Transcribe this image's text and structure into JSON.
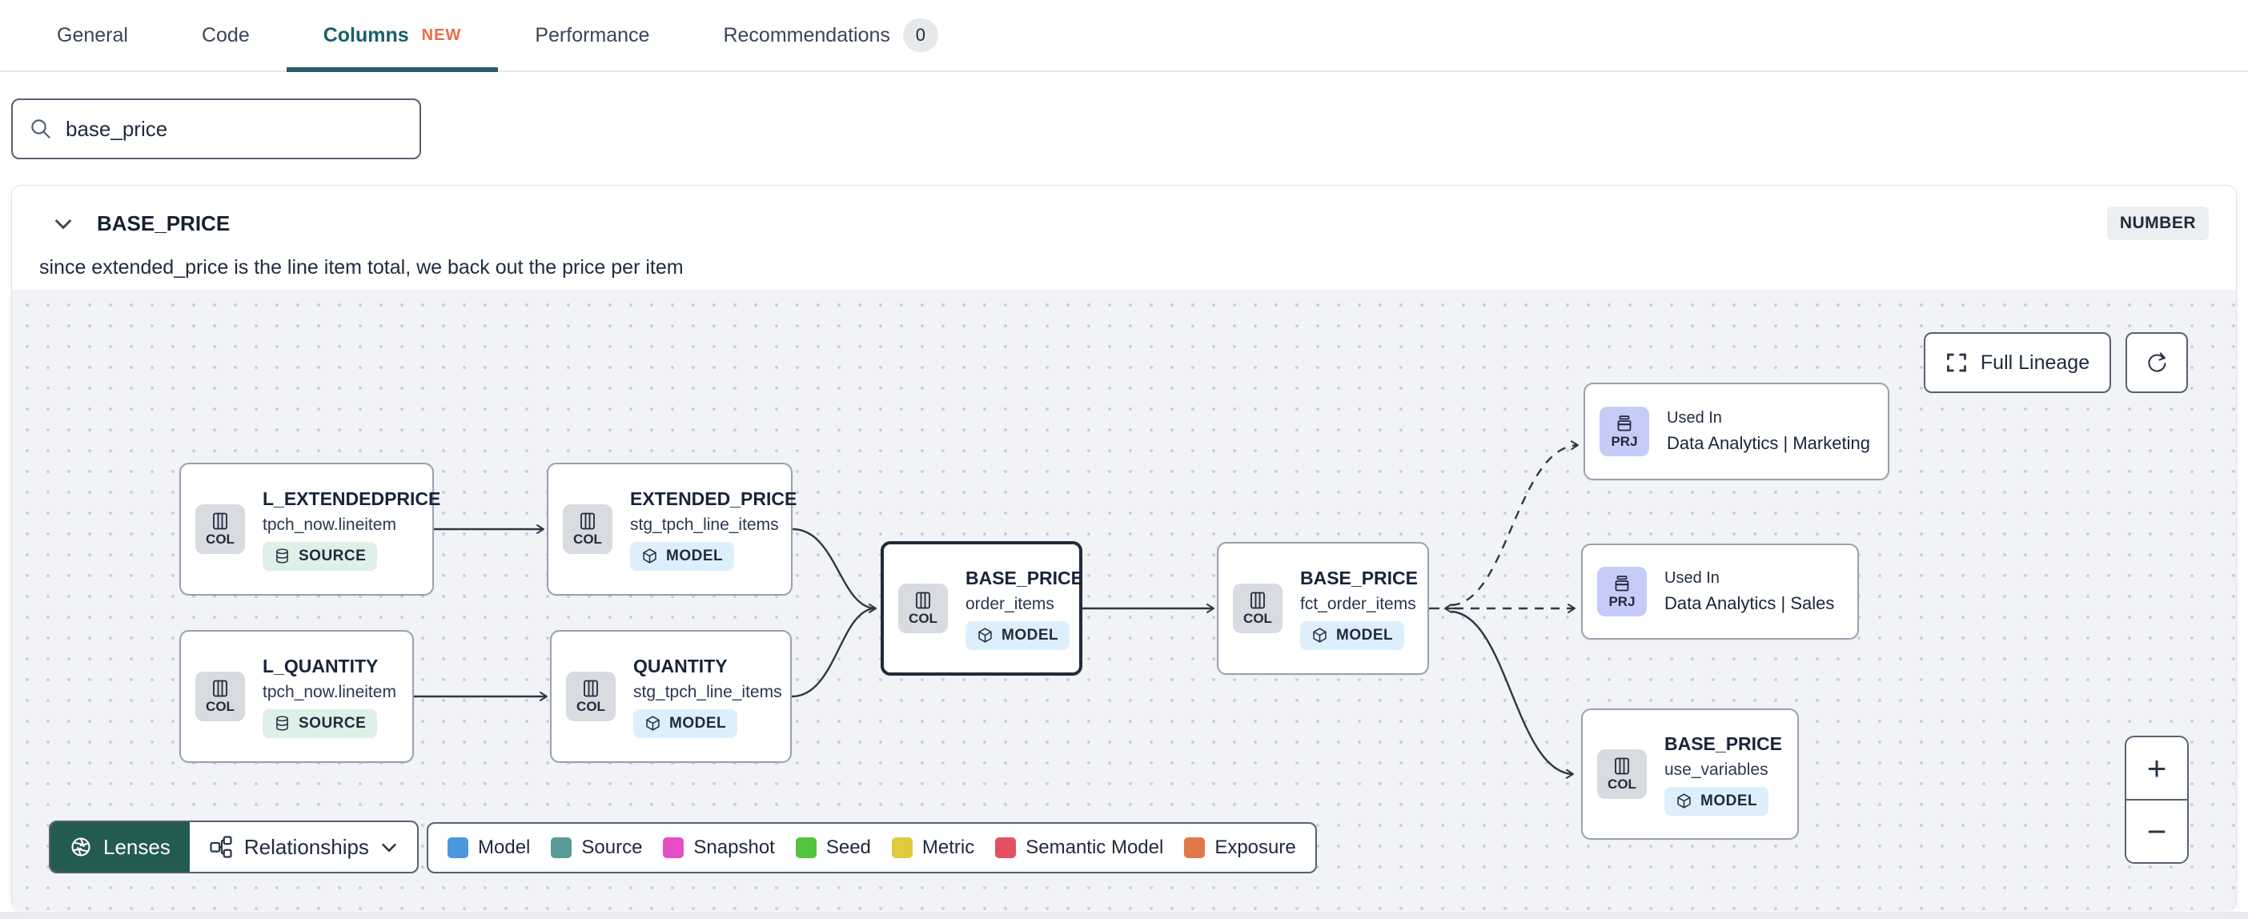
{
  "tabs": {
    "items": [
      {
        "label": "General"
      },
      {
        "label": "Code"
      },
      {
        "label": "Columns",
        "tag": "NEW",
        "active": true
      },
      {
        "label": "Performance"
      },
      {
        "label": "Recommendations",
        "count": "0"
      }
    ]
  },
  "search": {
    "value": "base_price"
  },
  "column": {
    "name": "BASE_PRICE",
    "data_type": "NUMBER",
    "description": "since extended_price is the line item total, we back out the price per item"
  },
  "lineage": {
    "full_lineage_label": "Full Lineage",
    "toolbar": {
      "lenses": "Lenses",
      "relationships": "Relationships"
    },
    "zoom": {
      "in": "+",
      "out": "−"
    },
    "nodes": [
      {
        "title": "L_EXTENDEDPRICE",
        "subtitle": "tpch_now.lineitem",
        "icon": "COL",
        "badge": "SOURCE"
      },
      {
        "title": "EXTENDED_PRICE",
        "subtitle": "stg_tpch_line_items",
        "icon": "COL",
        "badge": "MODEL"
      },
      {
        "title": "L_QUANTITY",
        "subtitle": "tpch_now.lineitem",
        "icon": "COL",
        "badge": "SOURCE"
      },
      {
        "title": "QUANTITY",
        "subtitle": "stg_tpch_line_items",
        "icon": "COL",
        "badge": "MODEL"
      },
      {
        "title": "BASE_PRICE",
        "subtitle": "order_items",
        "icon": "COL",
        "badge": "MODEL",
        "selected": true
      },
      {
        "title": "BASE_PRICE",
        "subtitle": "fct_order_items",
        "icon": "COL",
        "badge": "MODEL"
      },
      {
        "kicker": "Used In",
        "title": "Data Analytics | Marketing",
        "icon": "PRJ"
      },
      {
        "kicker": "Used In",
        "title": "Data Analytics | Sales",
        "icon": "PRJ"
      },
      {
        "title": "BASE_PRICE",
        "subtitle": "use_variables",
        "icon": "COL",
        "badge": "MODEL"
      }
    ],
    "legend": [
      {
        "label": "Model",
        "color": "#4a97dd"
      },
      {
        "label": "Source",
        "color": "#579a98"
      },
      {
        "label": "Snapshot",
        "color": "#e54ec4"
      },
      {
        "label": "Seed",
        "color": "#52c43e"
      },
      {
        "label": "Metric",
        "color": "#e3c93f"
      },
      {
        "label": "Semantic Model",
        "color": "#e25160"
      },
      {
        "label": "Exposure",
        "color": "#e0794a"
      }
    ]
  },
  "accents": {
    "active_tab": "#1a5f6a",
    "tab_underline": "#2b5d63",
    "new_tag": "#ed6a44",
    "lenses_bg": "#235b51"
  }
}
